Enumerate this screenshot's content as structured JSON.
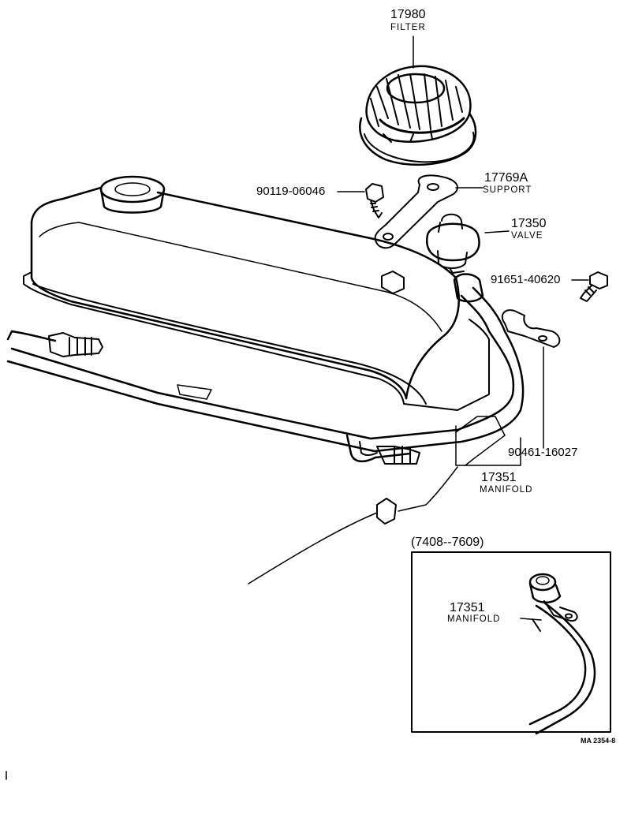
{
  "figure": {
    "reference": "MA 2354-8",
    "inset_range": "(7408--7609)"
  },
  "parts": {
    "filter": {
      "number": "17980",
      "name": "FILTER"
    },
    "screw": {
      "number": "90119-06046"
    },
    "support": {
      "number": "17769A",
      "name": "SUPPORT"
    },
    "valve": {
      "number": "17350",
      "name": "VALVE"
    },
    "bolt": {
      "number": "91651-40620"
    },
    "clamp": {
      "number": "90461-16027"
    },
    "manifold": {
      "number": "17351",
      "name": "MANIFOLD"
    },
    "inset_manifold": {
      "number": "17351",
      "name": "MANIFOLD"
    }
  }
}
